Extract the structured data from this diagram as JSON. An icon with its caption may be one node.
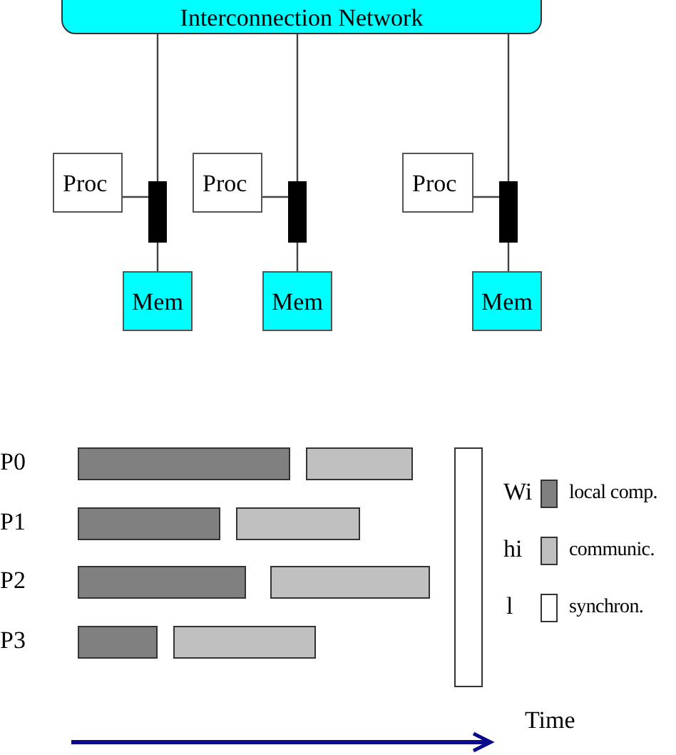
{
  "diagram": {
    "nodes": [
      {
        "text": [
          "Interconnection Network"
        ]
      },
      {
        "text": [
          "Proc"
        ]
      },
      {
        "text": [],
        "shape": "bar"
      },
      {
        "text": [
          "Mem"
        ]
      },
      {
        "text": [
          "Proc"
        ]
      },
      {
        "text": [],
        "shape": "bar"
      },
      {
        "text": [
          "Mem"
        ]
      },
      {
        "text": [
          "Proc"
        ]
      },
      {
        "text": [],
        "shape": "bar"
      },
      {
        "text": [
          "Mem"
        ]
      }
    ],
    "edges": [
      {
        "from": 0,
        "to": 2,
        "arrow": "none"
      },
      {
        "from": 1,
        "to": 2,
        "arrow": "none"
      },
      {
        "from": 2,
        "to": 3,
        "arrow": "none"
      },
      {
        "from": 0,
        "to": 5,
        "arrow": "none"
      },
      {
        "from": 4,
        "to": 5,
        "arrow": "none"
      },
      {
        "from": 5,
        "to": 6,
        "arrow": "none"
      },
      {
        "from": 0,
        "to": 8,
        "arrow": "none"
      },
      {
        "from": 7,
        "to": 8,
        "arrow": "none"
      },
      {
        "from": 8,
        "to": 9,
        "arrow": "none"
      }
    ],
    "labels": [
      "P0",
      "P1",
      "P2",
      "P3",
      "Wi",
      "hi",
      "l",
      "Time"
    ],
    "legend": [
      {
        "text": "local comp.",
        "color": "#808080"
      },
      {
        "text": "communic.",
        "color": "#c0c0c0"
      },
      {
        "text": "synchron.",
        "color": "#ffffff"
      }
    ]
  }
}
